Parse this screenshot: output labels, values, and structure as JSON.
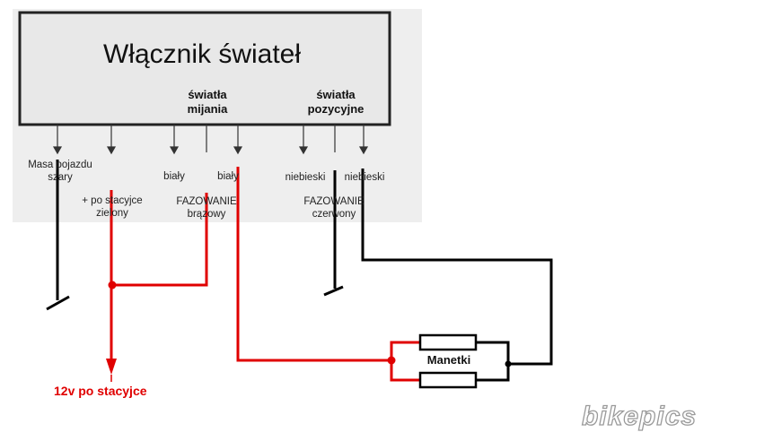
{
  "diagram": {
    "title": "Włącznik świateł",
    "groups": {
      "mijania": [
        "światła",
        "mijania"
      ],
      "pozycyjne": [
        "światła",
        "pozycyjne"
      ]
    },
    "wires": {
      "masa": [
        "Masa pojazdu",
        "szary"
      ],
      "stacyjka": [
        "+ po stacyjce",
        "zielony"
      ],
      "bialy_1": "biały",
      "fazowanie_brazowy": [
        "FAZOWANIE",
        "brązowy"
      ],
      "bialy_2": "biały",
      "niebieski_1": "niebieski",
      "fazowanie_czerwony": [
        "FAZOWANIE",
        "czerwony"
      ],
      "niebieski_2": "niebieski"
    },
    "switch_label": "Manetki",
    "supply_label": "12v po stacyjce",
    "watermark": "bikepics",
    "colors": {
      "red_wire": "#e00000",
      "black_wire": "#000000",
      "box_fill": "#e8e8e8",
      "scan_background": "#eeeeee"
    }
  }
}
